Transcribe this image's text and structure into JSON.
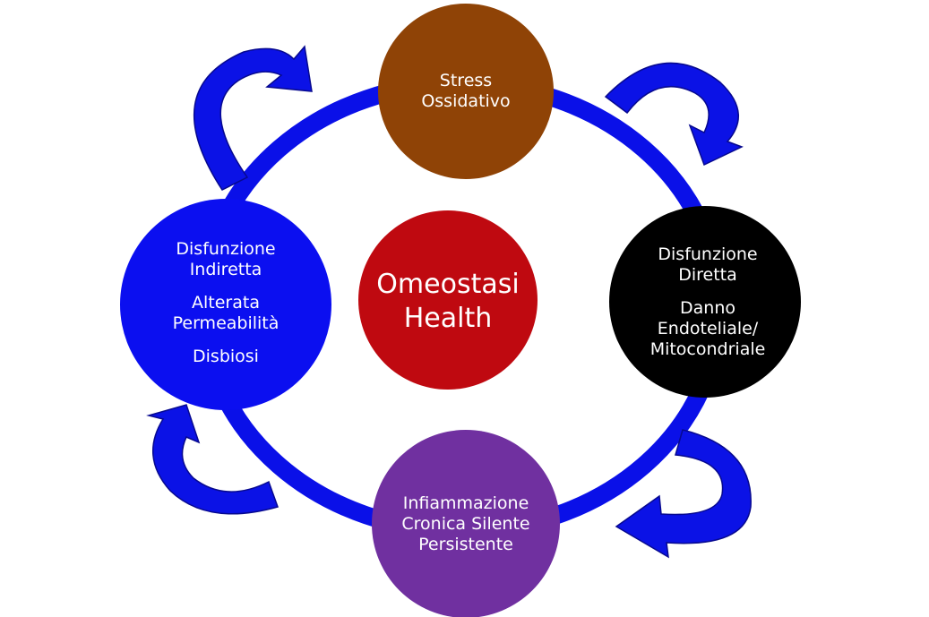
{
  "colors": {
    "ring": "#0a10e8",
    "top": "#8f4306",
    "center": "#bf0910",
    "left": "#0b0ff0",
    "right": "#000000",
    "bottom": "#7030a0",
    "arrow": "#0b12e6",
    "arrowShade": "#07098f"
  },
  "nodes": {
    "top": {
      "lines": [
        "Stress",
        "Ossidativo"
      ]
    },
    "center": {
      "lines": [
        "Omeostasi",
        "Health"
      ]
    },
    "left": {
      "line1": "Disfunzione",
      "line2": "Indiretta",
      "line3": "Alterata",
      "line4": "Permeabilità",
      "line5": "Disbiosi"
    },
    "right": {
      "line1": "Disfunzione",
      "line2": "Diretta",
      "line3": "Danno",
      "line4": "Endoteliale/",
      "line5": "Mitocondriale"
    },
    "bottom": {
      "lines": [
        "Infiammazione",
        "Cronica Silente",
        "Persistente"
      ]
    }
  }
}
